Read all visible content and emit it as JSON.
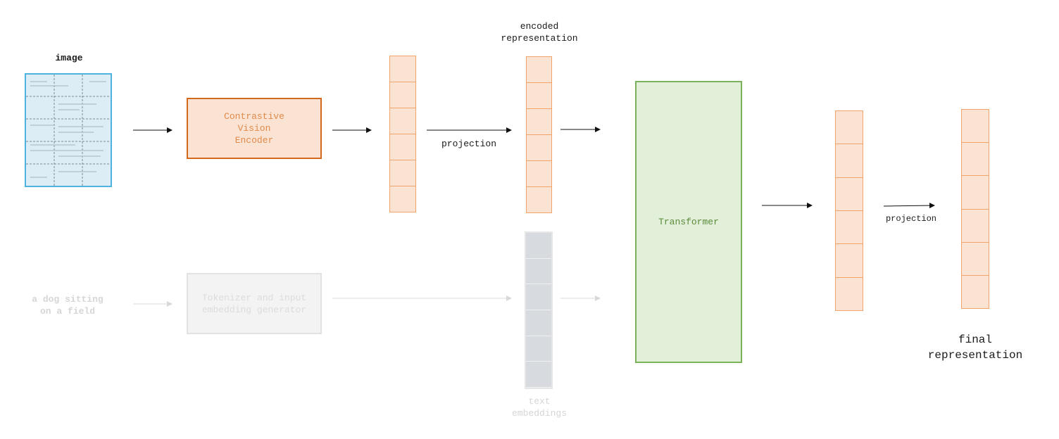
{
  "labels": {
    "image": "image",
    "encoded_representation": "encoded\nrepresentation",
    "projection_1": "projection",
    "projection_2": "projection",
    "text_input": "a dog sitting\non a field",
    "text_embeddings": "text\nembeddings",
    "final_representation": "final\nrepresentation"
  },
  "boxes": {
    "vision_encoder": "Contrastive\nVision\nEncoder",
    "tokenizer": "Tokenizer and input\nembedding generator",
    "transformer": "Transformer"
  },
  "colors": {
    "vector_fill": "#fbe3d4",
    "vector_border": "#f0a36a",
    "encoder_border": "#d2691e",
    "transformer_fill": "#e2efd9",
    "transformer_border": "#7ab15a",
    "image_border": "#4fb3e0",
    "faded": "#d6d6d6"
  }
}
